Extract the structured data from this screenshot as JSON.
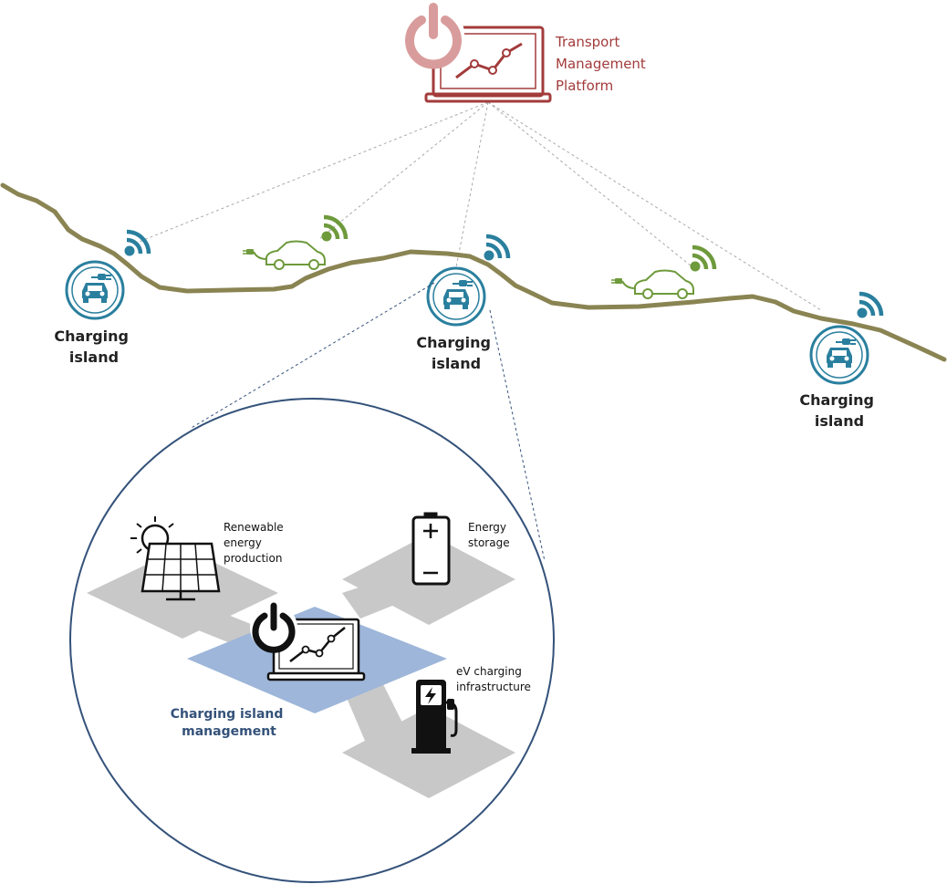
{
  "platform": {
    "title_lines": [
      "Transport",
      "Management",
      "Platform"
    ],
    "icon": "power-laptop-chart-icon"
  },
  "islands": [
    {
      "label_lines": [
        "Charging",
        "island"
      ]
    },
    {
      "label_lines": [
        "Charging",
        "island"
      ]
    },
    {
      "label_lines": [
        "Charging",
        "island"
      ]
    }
  ],
  "detail": {
    "renewable_lines": [
      "Renewable",
      "energy",
      "production"
    ],
    "storage_lines": [
      "Energy",
      "storage"
    ],
    "ev_lines": [
      "eV charging",
      "infrastructure"
    ],
    "management_lines": [
      "Charging island",
      "management"
    ]
  },
  "icons": {
    "island": "car-charging-icon",
    "signal": "wifi-signal-icon",
    "ev_car": "electric-car-icon",
    "solar": "solar-panel-icon",
    "battery": "battery-icon",
    "charger": "ev-charger-icon",
    "manager": "power-laptop-chart-icon"
  },
  "colors": {
    "platform": "#a33b3b",
    "platform_icon_light": "#d99c9c",
    "road": "#8a8453",
    "island": "#2a7f9e",
    "signal": "#2a7f9e",
    "ev_car": "#6e9a3c",
    "circle": "#34527a",
    "tile_gray": "#c8c8c8",
    "tile_blue": "#9db6d9",
    "dashed": "#aaaaaa"
  }
}
